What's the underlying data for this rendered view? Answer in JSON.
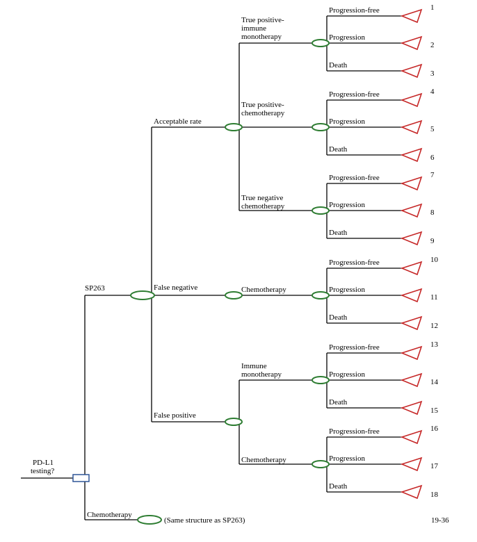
{
  "root": {
    "label_line1": "PD-L1",
    "label_line2": "testing?"
  },
  "strategies": {
    "sp263": "SP263",
    "chemo": "Chemotherapy",
    "chemo_note": "(Same structure as SP263)"
  },
  "test_results": {
    "acceptable": "Acceptable rate",
    "false_negative": "False negative",
    "false_positive": "False positive"
  },
  "treatments": {
    "tp_immune": [
      "True positive-",
      "immune",
      "monotherapy"
    ],
    "tp_chemo": [
      "True positive-",
      "chemotherapy"
    ],
    "tn_chemo": [
      "True negative",
      "chemotherapy"
    ],
    "fn_chemo": "Chemotherapy",
    "fp_immune": [
      "Immune",
      "monotherapy"
    ],
    "fp_chemo": "Chemotherapy"
  },
  "outcomes": {
    "pf": "Progression-free",
    "prog": "Progression",
    "death": "Death"
  },
  "terminal_numbers": [
    "1",
    "2",
    "3",
    "4",
    "5",
    "6",
    "7",
    "8",
    "9",
    "10",
    "11",
    "12",
    "13",
    "14",
    "15",
    "16",
    "17",
    "18"
  ],
  "extra_range": "19-36"
}
